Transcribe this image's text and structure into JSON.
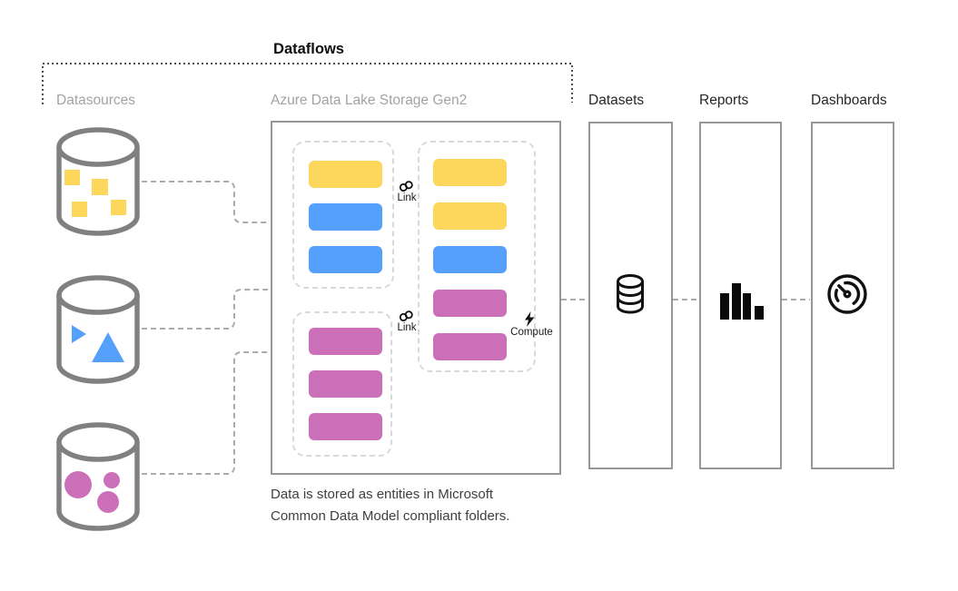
{
  "header": {
    "title": "Dataflows"
  },
  "sections": {
    "datasources_label": "Datasources",
    "storage_label": "Azure Data Lake Storage Gen2",
    "datasets_label": "Datasets",
    "reports_label": "Reports",
    "dashboards_label": "Dashboards"
  },
  "datasources": [
    {
      "name": "datasource-squares",
      "shape": "squares",
      "color": "yellow"
    },
    {
      "name": "datasource-triangles",
      "shape": "triangles",
      "color": "blue"
    },
    {
      "name": "datasource-circles",
      "shape": "circles",
      "color": "magenta"
    }
  ],
  "storage": {
    "ingested_entities_top": [
      "yellow",
      "blue",
      "blue"
    ],
    "ingested_entities_bottom": [
      "magenta",
      "magenta",
      "magenta"
    ],
    "cdm_folder_entities": [
      "yellow",
      "yellow",
      "blue",
      "magenta",
      "magenta"
    ]
  },
  "annotations": {
    "link_top": "Link",
    "link_bottom": "Link",
    "compute": "Compute"
  },
  "icons": {
    "datasets": "database-stack-icon",
    "reports": "bar-chart-icon",
    "dashboards": "gauge-icon",
    "link": "chain-link-icon",
    "compute": "lightning-bolt-icon"
  },
  "caption": {
    "line1": "Data is stored as entities in Microsoft",
    "line2": "Common Data Model compliant folders."
  },
  "colors": {
    "yellow": "#FCD75C",
    "blue": "#54A0FA",
    "magenta": "#CB70B8",
    "box_border": "#979797",
    "group_border": "#D9D9D9",
    "connector": "#ABABAB",
    "cylinder": "#808080",
    "arrow": "#151515",
    "bracket": "#4D4D4D",
    "label_gray": "#A3A3A3",
    "label_dark": "#262626",
    "title": "#0D0D0D",
    "caption": "#3F3F3F"
  }
}
